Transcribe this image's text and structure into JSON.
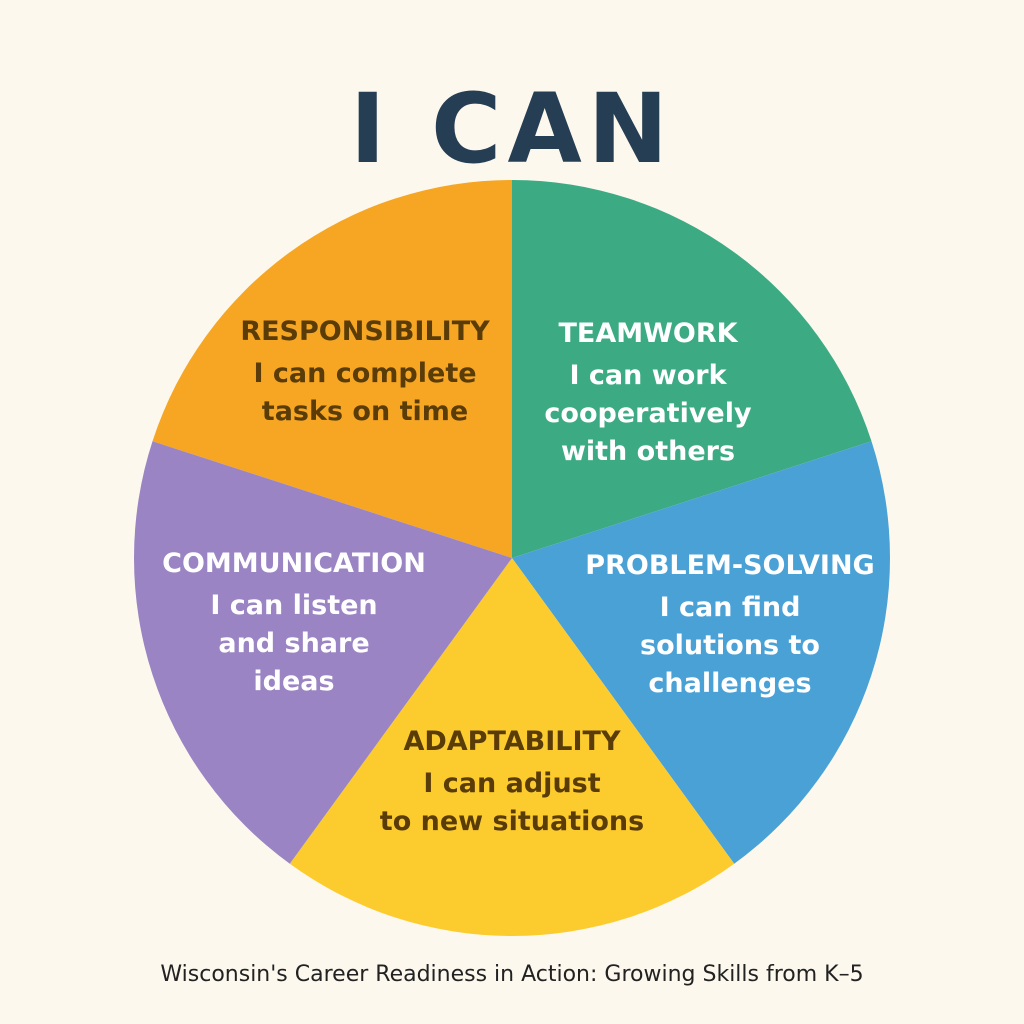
{
  "heading": "I CAN",
  "caption": "Wisconsin's Career Readiness in Action: Growing Skills from K–5",
  "segments": [
    {
      "id": "responsibility",
      "title": "RESPONSIBILITY",
      "lines": [
        "I can complete",
        "tasks on time"
      ],
      "fill": "#f6a623",
      "text_color": "#5a3c08"
    },
    {
      "id": "teamwork",
      "title": "TEAMWORK",
      "lines": [
        "I can work",
        "cooperatively",
        "with others"
      ],
      "fill": "#3cab84",
      "text_color": "#ffffff"
    },
    {
      "id": "problem-solving",
      "title": "PROBLEM-SOLVING",
      "lines": [
        "I can find",
        "solutions to",
        "challenges"
      ],
      "fill": "#4aa1d6",
      "text_color": "#ffffff"
    },
    {
      "id": "adaptability",
      "title": "ADAPTABILITY",
      "lines": [
        "I can adjust",
        "to new situations"
      ],
      "fill": "#fccc2e",
      "text_color": "#5a3c08"
    },
    {
      "id": "communication",
      "title": "COMMUNICATION",
      "lines": [
        "I can listen",
        "and share",
        "ideas"
      ],
      "fill": "#9a84c4",
      "text_color": "#ffffff"
    }
  ]
}
